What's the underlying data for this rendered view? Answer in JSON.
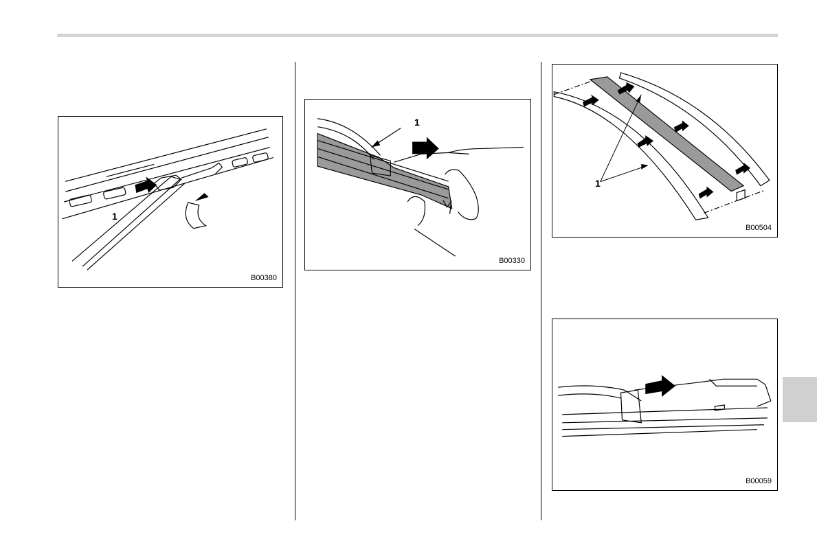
{
  "figures": [
    {
      "code": "B00380",
      "callouts": [
        "1"
      ]
    },
    {
      "code": "B00330",
      "callouts": [
        "1"
      ]
    },
    {
      "code": "B00504",
      "callouts": [
        "1"
      ]
    },
    {
      "code": "B00059",
      "callouts": []
    }
  ]
}
